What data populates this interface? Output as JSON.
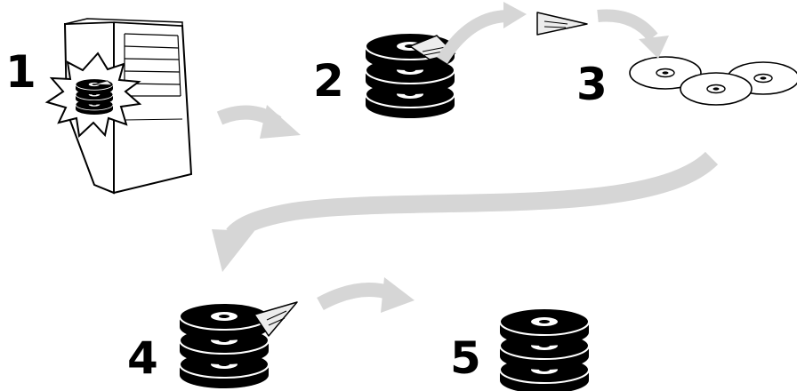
{
  "steps": [
    {
      "number": "1"
    },
    {
      "number": "2"
    },
    {
      "number": "3"
    },
    {
      "number": "4"
    },
    {
      "number": "5"
    }
  ],
  "colors": {
    "ink": "#000000",
    "arrow": "#d6d6d6",
    "wedge_fill": "#ececec",
    "paper": "#ffffff"
  }
}
